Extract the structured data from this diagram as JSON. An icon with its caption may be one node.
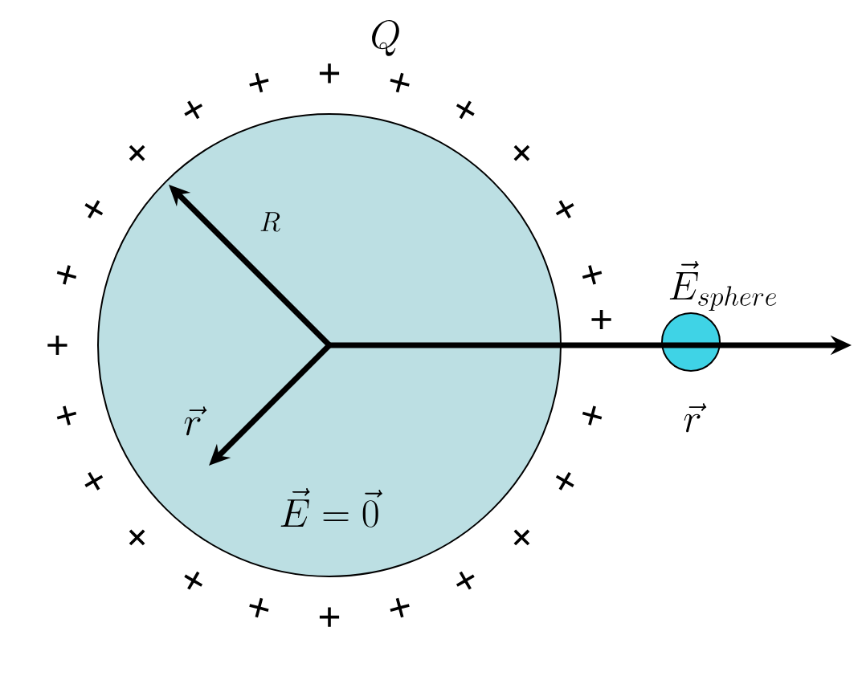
{
  "diagram": {
    "nodes": [
      {
        "text": [],
        "shape": "circle"
      },
      {
        "text": [],
        "shape": "circle"
      }
    ],
    "labels": [
      "Q",
      "+",
      "+",
      "+",
      "+",
      "+",
      "+",
      "+",
      "+",
      "+",
      "+",
      "+",
      "+",
      "+",
      "+",
      "+",
      "+",
      "+",
      "+",
      "+",
      "+",
      "+",
      "+",
      "+",
      "+",
      "R",
      "\\vec{r}",
      "\\vec{E}=\\vec{0}",
      "\\vec{E}_{sphere}",
      "\\vec{r}"
    ]
  }
}
